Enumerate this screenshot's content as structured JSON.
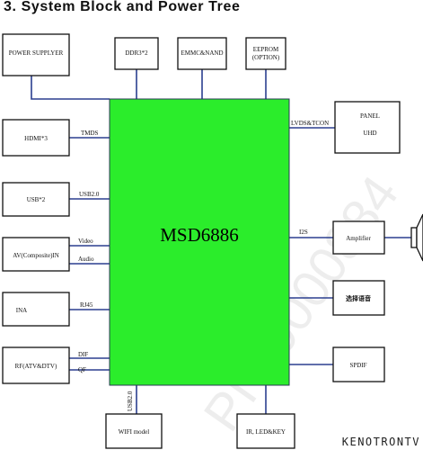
{
  "title": "3. System Block and Power Tree",
  "chip": {
    "label": "MSD6886"
  },
  "blocks": {
    "power_supplyer": "POWER SUPPLYER",
    "ddr": "DDR3*2",
    "emmc": "EMMC&NAND",
    "eeprom_line1": "EEPROM",
    "eeprom_line2": "(OPTION)",
    "hdmi": "HDMI*3",
    "usb": "USB*2",
    "av": "AV(Composite)IN",
    "ina": "INA",
    "rf": "RF(ATV&DTV)",
    "wifi": "WIFI model",
    "ir": "IR, LED&KEY",
    "panel_line1": "PANEL",
    "panel_line2": "UHD",
    "amplifier": "Amplifier",
    "selector": "选择语音",
    "spdif": "SPDIF"
  },
  "links": {
    "hdmi": "TMDS",
    "usb": "USB2.0",
    "av_video": "Video",
    "av_audio": "Audio",
    "ina": "RJ45",
    "rf_dif": "DIF",
    "rf_qf": "QF",
    "wifi": "USB2.0",
    "panel": "LVDS&TCON",
    "amplifier": "I2S"
  },
  "watermark": "PI 30000884",
  "footer": "KENOTRONTV"
}
